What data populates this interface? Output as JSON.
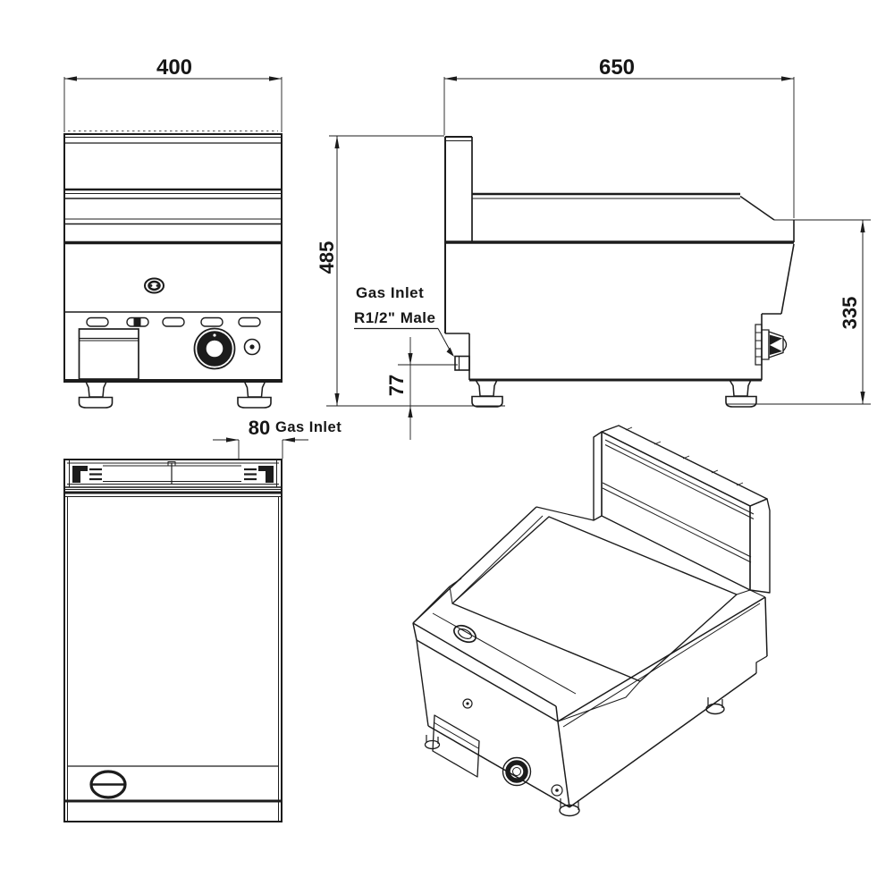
{
  "colors": {
    "ink": "#1c1c1c",
    "background": "#ffffff"
  },
  "front_view": {
    "width_mm": "400"
  },
  "side_view": {
    "depth_mm": "650",
    "overall_height_mm": "485",
    "front_height_mm": "335",
    "inlet_height_mm": "77",
    "gas_note_line1": "Gas Inlet",
    "gas_note_line2": "R1/2\" Male"
  },
  "plan_view": {
    "inlet_offset_mm": "80",
    "inlet_label": "Gas Inlet"
  }
}
